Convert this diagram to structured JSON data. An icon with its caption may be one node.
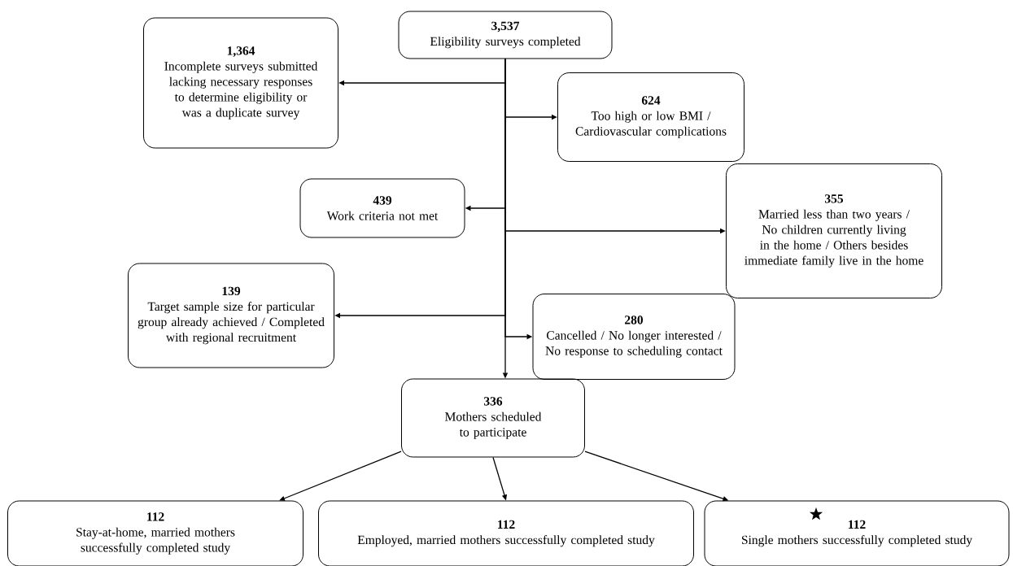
{
  "diagram": {
    "nodes": [
      {
        "text": [
          "3,537",
          "Eligibility surveys completed"
        ]
      },
      {
        "text": [
          "1,364",
          "Incomplete surveys submitted lacking necessary responses to determine eligibility or was a duplicate survey"
        ]
      },
      {
        "text": [
          "624",
          "Too high or low BMI / Cardiovascular complications"
        ]
      },
      {
        "text": [
          "439",
          "Work criteria not met"
        ]
      },
      {
        "text": [
          "355",
          "Married less than two years / No children currently living in the home / Others besides immediate family live in the home"
        ]
      },
      {
        "text": [
          "139",
          "Target sample size for particular group already achieved / Completed with regional recruitment"
        ]
      },
      {
        "text": [
          "280",
          "Cancelled / No longer interested / No response to scheduling contact"
        ]
      },
      {
        "text": [
          "336",
          "Mothers scheduled to participate"
        ]
      },
      {
        "text": [
          "112",
          "Stay-at-home, married mothers successfully completed study"
        ]
      },
      {
        "text": [
          "112",
          "Employed, married mothers successfully completed study"
        ]
      },
      {
        "text": [
          "112",
          "Single mothers successfully completed study"
        ]
      }
    ],
    "edges": [
      {
        "from": 0,
        "to": 1,
        "arrow": "to"
      },
      {
        "from": 0,
        "to": 2,
        "arrow": "to"
      },
      {
        "from": 0,
        "to": 3,
        "arrow": "to"
      },
      {
        "from": 0,
        "to": 4,
        "arrow": "to"
      },
      {
        "from": 0,
        "to": 5,
        "arrow": "to"
      },
      {
        "from": 0,
        "to": 6,
        "arrow": "to"
      },
      {
        "from": 0,
        "to": 7,
        "arrow": "to"
      },
      {
        "from": 7,
        "to": 8,
        "arrow": "to"
      },
      {
        "from": 7,
        "to": 9,
        "arrow": "to"
      },
      {
        "from": 7,
        "to": 10,
        "arrow": "to"
      }
    ]
  }
}
